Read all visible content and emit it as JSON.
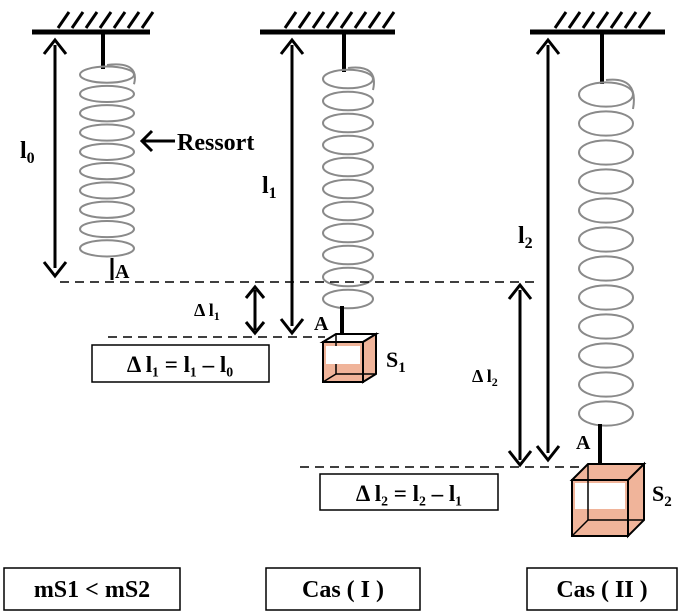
{
  "labels": {
    "l0": "l0",
    "l0_base": "l",
    "l0_sub": "0",
    "l1_base": "l",
    "l1_sub": "1",
    "l2_base": "l",
    "l2_sub": "2",
    "ressort": "Ressort",
    "point_a": "A",
    "dl1_delta": "Δ l",
    "dl1_sub": "1",
    "dl2_delta": "Δ l",
    "dl2_sub": "2",
    "s1_base": "S",
    "s1_sub": "1",
    "s2_base": "S",
    "s2_sub": "2"
  },
  "formulas": {
    "dl1": "Δ l₁ = l₁ – l₀",
    "dl2": "Δ l₂ = l₂ – l₁"
  },
  "bottom_boxes": {
    "mass_relation": "mS1 < mS2",
    "case1": "Cas ( I )",
    "case2": "Cas ( II )"
  },
  "colors": {
    "line": "#000000",
    "spring": "#8a8a8a",
    "block_fill": "#f0b49a",
    "block_top": "#ffffff"
  }
}
